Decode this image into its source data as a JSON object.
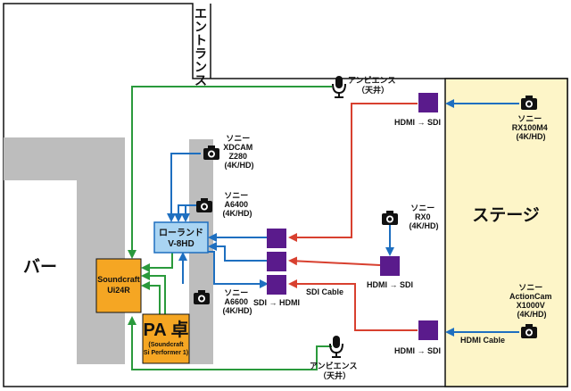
{
  "areas": {
    "entrance": [
      "エ",
      "ン",
      "ト",
      "ラ",
      "ン",
      "ス"
    ],
    "stage": "ステージ",
    "bar": "バー"
  },
  "devices": {
    "switcher": [
      "ローランド",
      "V-8HD"
    ],
    "mixer": [
      "Soundcraft",
      "Ui24R"
    ],
    "pa": {
      "title": "PA 卓",
      "sub": [
        "(Soundcraft",
        "Si Performer 1)"
      ]
    }
  },
  "cameras": {
    "z280": [
      "ソニー",
      "XDCAM",
      "Z280",
      "(4K/HD)"
    ],
    "a6400": [
      "ソニー",
      "A6400",
      "(4K/HD)"
    ],
    "a6600": [
      "ソニー",
      "A6600",
      "(4K/HD)"
    ],
    "rx0": [
      "ソニー",
      "RX0",
      "(4K/HD)"
    ],
    "rx100": [
      "ソニー",
      "RX100M4",
      "(4K/HD)"
    ],
    "action": [
      "ソニー",
      "ActionCam",
      "X1000V",
      "(4K/HD)"
    ]
  },
  "mics": {
    "top": [
      "アンビエンス",
      "（天井）"
    ],
    "bottom": [
      "アンビエンス",
      "（天井）"
    ]
  },
  "converters": {
    "top": "HDMI → SDI",
    "mid": "HDMI → SDI",
    "bottom": "HDMI → SDI",
    "out": "SDI → HDMI"
  },
  "cables": {
    "sdi": "SDI Cable",
    "hdmi": "HDMI Cable"
  },
  "colors": {
    "stage": "#fdf5c8",
    "gray": "#bdbdbd",
    "purple": "#5a1b8c",
    "orange": "#f5a623",
    "blue": "#1e6fc0",
    "green": "#2a9a3c",
    "red": "#d8402f",
    "switcher": "#a9d4f2"
  }
}
